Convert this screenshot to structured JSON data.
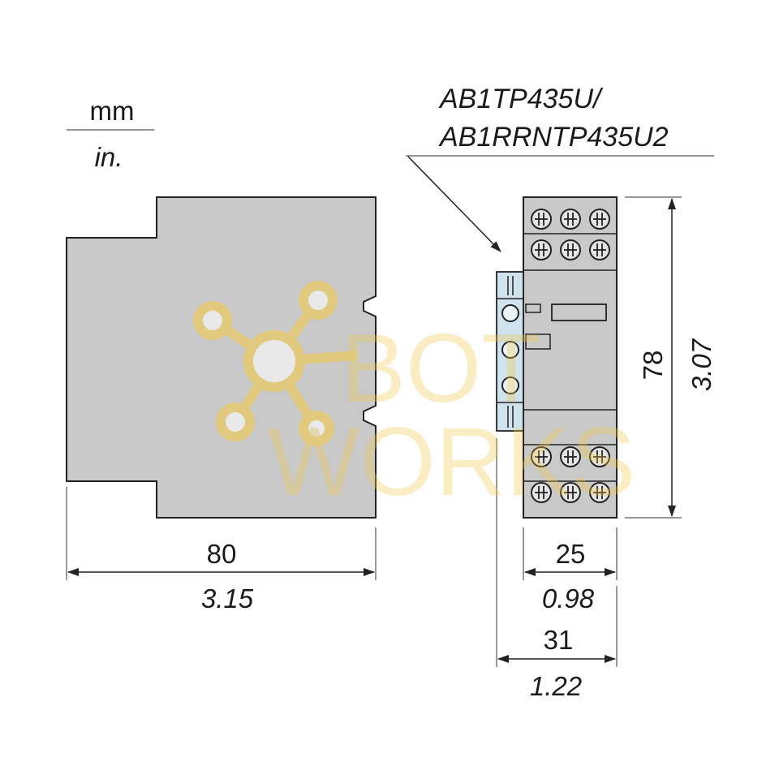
{
  "units": {
    "top": "mm",
    "bottom": "in."
  },
  "reference": {
    "line1": "AB1TP435U/",
    "line2": "AB1RRNTP435U2"
  },
  "dimensions": {
    "width_side": {
      "mm": "80",
      "in": "3.15"
    },
    "height": {
      "mm": "78",
      "in": "3.07"
    },
    "width_front": {
      "mm": "25",
      "in": "0.98"
    },
    "width_total": {
      "mm": "31",
      "in": "1.22"
    }
  },
  "watermark": {
    "line1": "BOT",
    "line2": "WORKS"
  },
  "colors": {
    "body": "#c9c9c9",
    "accessory": "#cfe3ee",
    "watermark": "#f2c94c"
  }
}
